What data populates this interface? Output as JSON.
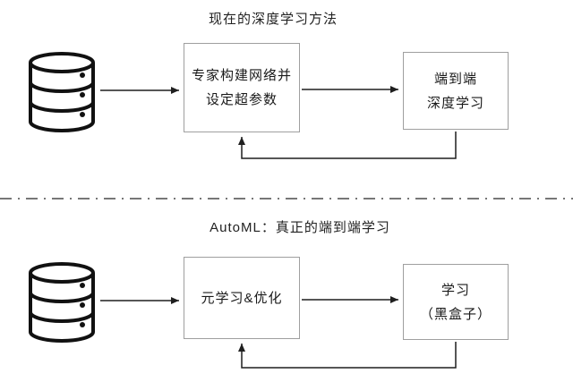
{
  "top_flow": {
    "title": "现在的深度学习方法",
    "expert_box": {
      "line1": "专家构建网络并",
      "line2": "设定超参数"
    },
    "e2e_box": {
      "line1": "端到端",
      "line2": "深度学习"
    }
  },
  "bottom_flow": {
    "title": "AutoML：真正的端到端学习",
    "meta_box": {
      "line1": "元学习&优化"
    },
    "learn_box": {
      "line1": "学习",
      "line2": "（黑盒子）"
    }
  },
  "icons": {
    "top_source": "database-icon",
    "bottom_source": "database-icon"
  },
  "colors": {
    "wire": "#1f1f1f",
    "box_border": "#9f9f9f",
    "divider": "#4a4a4a",
    "text": "#1a1a1a"
  }
}
